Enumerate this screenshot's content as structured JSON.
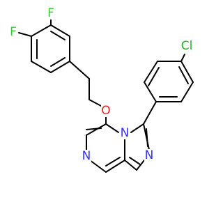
{
  "atoms": [
    {
      "id": "F1",
      "symbol": "F",
      "color": "#33cc33"
    },
    {
      "id": "F2",
      "symbol": "F",
      "color": "#33cc33"
    },
    {
      "id": "Cl",
      "symbol": "Cl",
      "color": "#1fb81f"
    },
    {
      "id": "O",
      "symbol": "O",
      "color": "#e52222"
    },
    {
      "id": "N1",
      "symbol": "N",
      "color": "#3333ff"
    },
    {
      "id": "N2",
      "symbol": "N",
      "color": "#3333ff"
    },
    {
      "id": "N3",
      "symbol": "N",
      "color": "#3333ff"
    }
  ],
  "colors": {
    "bond": "#000000",
    "background": "#ffffff"
  }
}
